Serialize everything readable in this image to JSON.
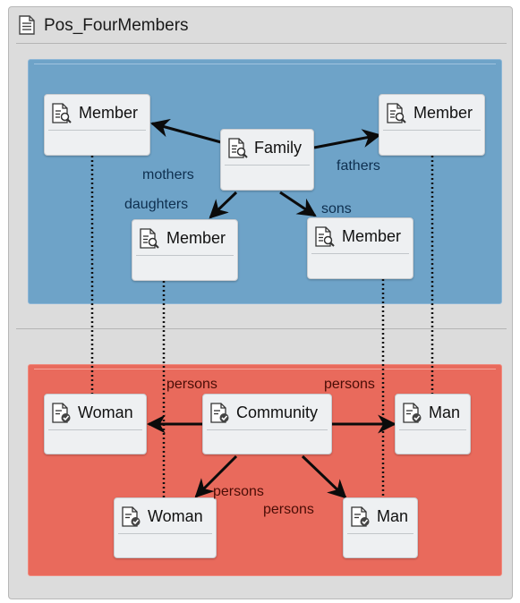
{
  "diagram": {
    "title": "Pos_FourMembers",
    "positive": {
      "nodes": {
        "family": "Family",
        "member_left": "Member",
        "member_right": "Member",
        "member_daughter": "Member",
        "member_son": "Member"
      },
      "edges": {
        "mothers": "mothers",
        "fathers": "fathers",
        "daughters": "daughters",
        "sons": "sons"
      }
    },
    "target": {
      "nodes": {
        "community": "Community",
        "woman_left": "Woman",
        "man_right": "Man",
        "woman_bottom": "Woman",
        "man_bottom": "Man"
      },
      "edges": {
        "persons_1": "persons",
        "persons_2": "persons",
        "persons_3": "persons",
        "persons_4": "persons"
      }
    },
    "colors": {
      "source_panel": "#6ea3c8",
      "target_panel": "#e96a5c",
      "node_fill": "#eef0f2",
      "edge": "#0b0b0b"
    },
    "icons": {
      "title": "document-icon",
      "source_class": "class-search-icon",
      "target_class": "class-check-icon"
    }
  }
}
